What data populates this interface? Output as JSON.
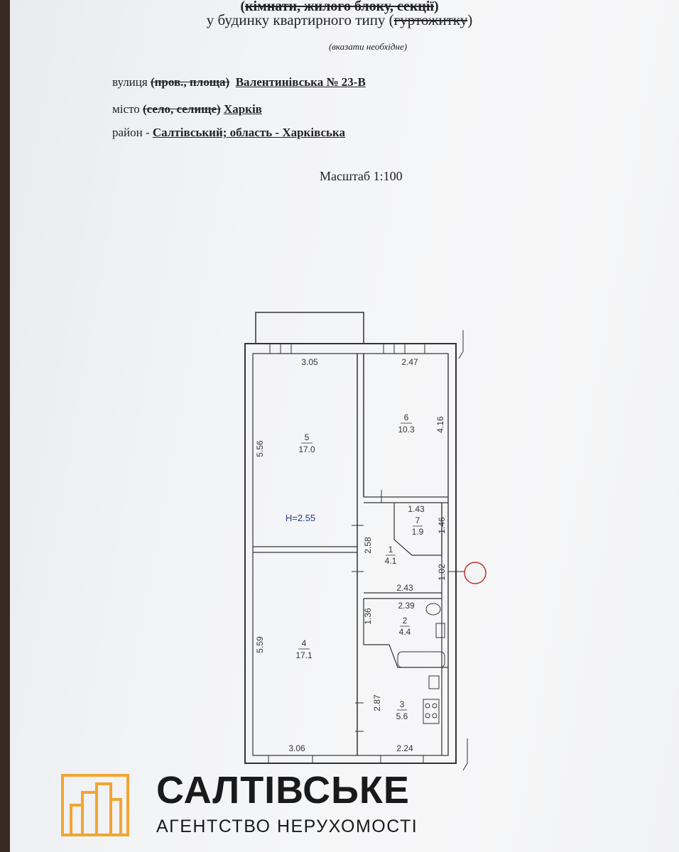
{
  "header": {
    "line1_open": "(",
    "line1_struck": "кімнати, жилого блоку, секції",
    "line1_close": ")",
    "line2_prefix": "у будинку квартирного типу (",
    "line2_struck": "гуртожитку",
    "line2_close": ")",
    "note": "(вказати необхідне)"
  },
  "address": {
    "street_label": "вулиця",
    "street_struck": "(пров., площа)",
    "street_value": "Валентинівська  № 23-В",
    "city_label": "місто",
    "city_struck": "(село, селище)",
    "city_value": "Харків",
    "district_label": "район -",
    "district_value": "Салтівський; область - Харківська"
  },
  "scale": "Масштаб 1:100",
  "plan": {
    "ceiling_height": "H=2.55",
    "rooms": [
      {
        "num": "5",
        "area": "17.0"
      },
      {
        "num": "6",
        "area": "10.3"
      },
      {
        "num": "7",
        "area": "1.9"
      },
      {
        "num": "1",
        "area": "4.1"
      },
      {
        "num": "2",
        "area": "4.4"
      },
      {
        "num": "4",
        "area": "17.1"
      },
      {
        "num": "3",
        "area": "5.6"
      }
    ],
    "dimensions": [
      "3.05",
      "2.47",
      "5.56",
      "4.16",
      "1.43",
      "1.46",
      "2.58",
      "1.02",
      "2.43",
      "2.39",
      "1.36",
      "5.59",
      "2.87",
      "3.06",
      "2.24"
    ]
  },
  "brand": {
    "name": "САЛТІВСЬКЕ",
    "tagline": "АГЕНТСТВО НЕРУХОМОСТІ",
    "accent": "#f2a531"
  }
}
